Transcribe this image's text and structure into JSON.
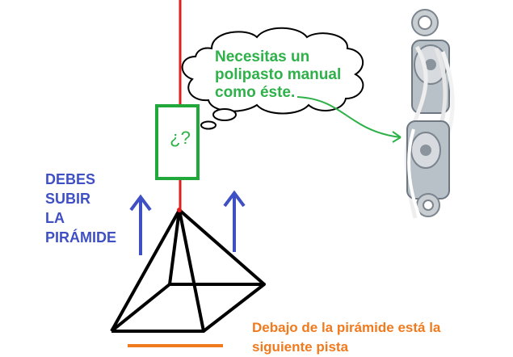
{
  "thought_bubble": {
    "lines": [
      "Necesitas un",
      "polipasto manual",
      "como éste."
    ]
  },
  "rope_box": {
    "label": "¿?"
  },
  "instruction": {
    "lines": [
      "DEBES",
      "SUBIR",
      "LA",
      "PIRÁMIDE"
    ]
  },
  "hint": {
    "lines": [
      "Debajo de la pirámide está la",
      "siguiente pista"
    ]
  },
  "colors": {
    "rope": "#e01e1e",
    "bubble_text": "#2fb14a",
    "box_border": "#21a83b",
    "arrows": "#3f4fc4",
    "instruction_text": "#3f4fc4",
    "hint_text": "#f07a1e",
    "floor_line": "#f07a1e",
    "pyramid": "#000000"
  },
  "images": {
    "pulley": "pulley-block-photo"
  }
}
